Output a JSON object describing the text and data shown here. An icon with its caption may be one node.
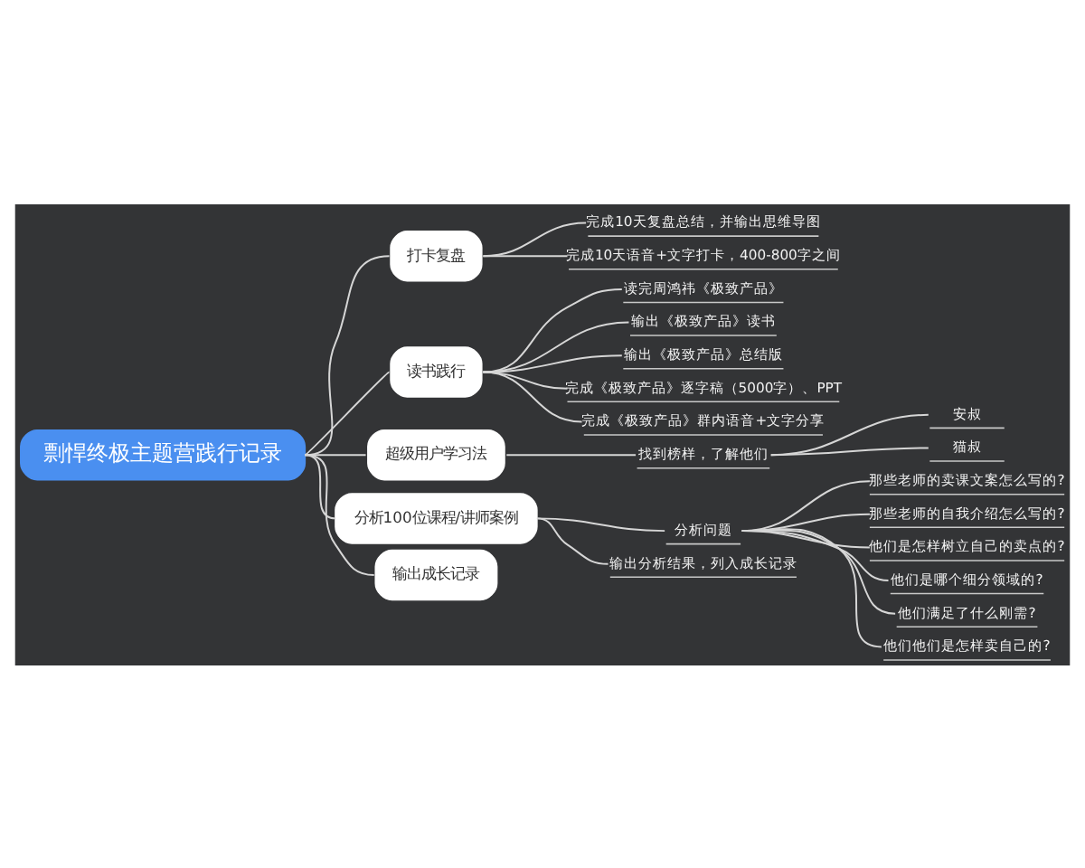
{
  "diagram": {
    "nodes": [
      {
        "text": [
          "剽悍终极主题营践行记录"
        ]
      },
      {
        "text": [
          "打卡复盘"
        ]
      },
      {
        "text": [
          "完成10天复盘总结，并输出思维导图"
        ]
      },
      {
        "text": [
          "完成10天语音+文字打卡，400-800字之间"
        ]
      },
      {
        "text": [
          "读书践行"
        ]
      },
      {
        "text": [
          "读完周鸿祎《极致产品》"
        ]
      },
      {
        "text": [
          "输出《极致产品》读书"
        ]
      },
      {
        "text": [
          "输出《极致产品》总结版"
        ]
      },
      {
        "text": [
          "完成《极致产品》逐字稿（5000字）、PPT"
        ]
      },
      {
        "text": [
          "完成《极致产品》群内语音+文字分享"
        ]
      },
      {
        "text": [
          "超级用户学习法"
        ]
      },
      {
        "text": [
          "找到榜样，了解他们"
        ]
      },
      {
        "text": [
          "安叔"
        ]
      },
      {
        "text": [
          "猫叔"
        ]
      },
      {
        "text": [
          "分析100位课程/讲师案例"
        ]
      },
      {
        "text": [
          "分析问题"
        ]
      },
      {
        "text": [
          "那些老师的卖课文案怎么写的?"
        ]
      },
      {
        "text": [
          "那些老师的自我介绍怎么写的?"
        ]
      },
      {
        "text": [
          "他们是怎样树立自己的卖点的?"
        ]
      },
      {
        "text": [
          "他们是哪个细分领域的?"
        ]
      },
      {
        "text": [
          "他们满足了什么刚需?"
        ]
      },
      {
        "text": [
          "他们他们是怎样卖自己的?"
        ]
      },
      {
        "text": [
          "输出分析结果，列入成长记录"
        ]
      },
      {
        "text": [
          "输出成长记录"
        ]
      }
    ],
    "edges": [
      {
        "from": 0,
        "to": 1,
        "arrow": "none"
      },
      {
        "from": 1,
        "to": 2,
        "arrow": "none"
      },
      {
        "from": 1,
        "to": 3,
        "arrow": "none"
      },
      {
        "from": 0,
        "to": 4,
        "arrow": "none"
      },
      {
        "from": 4,
        "to": 5,
        "arrow": "none"
      },
      {
        "from": 4,
        "to": 6,
        "arrow": "none"
      },
      {
        "from": 4,
        "to": 7,
        "arrow": "none"
      },
      {
        "from": 4,
        "to": 8,
        "arrow": "none"
      },
      {
        "from": 4,
        "to": 9,
        "arrow": "none"
      },
      {
        "from": 0,
        "to": 10,
        "arrow": "none"
      },
      {
        "from": 10,
        "to": 11,
        "arrow": "none"
      },
      {
        "from": 11,
        "to": 12,
        "arrow": "none"
      },
      {
        "from": 11,
        "to": 13,
        "arrow": "none"
      },
      {
        "from": 0,
        "to": 14,
        "arrow": "none"
      },
      {
        "from": 14,
        "to": 15,
        "arrow": "none"
      },
      {
        "from": 15,
        "to": 16,
        "arrow": "none"
      },
      {
        "from": 15,
        "to": 17,
        "arrow": "none"
      },
      {
        "from": 15,
        "to": 18,
        "arrow": "none"
      },
      {
        "from": 15,
        "to": 19,
        "arrow": "none"
      },
      {
        "from": 15,
        "to": 20,
        "arrow": "none"
      },
      {
        "from": 15,
        "to": 21,
        "arrow": "none"
      },
      {
        "from": 14,
        "to": 22,
        "arrow": "none"
      },
      {
        "from": 0,
        "to": 23,
        "arrow": "none"
      }
    ]
  }
}
